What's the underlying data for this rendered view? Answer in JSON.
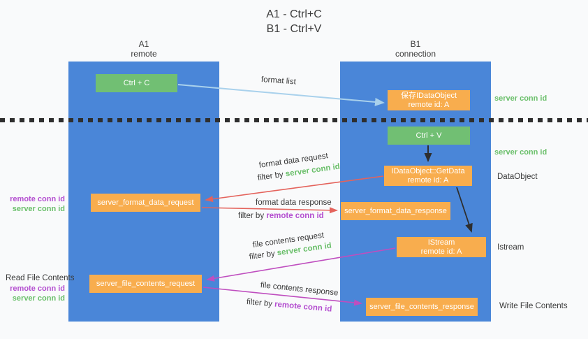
{
  "title": {
    "line1": "A1 - Ctrl+C",
    "line2": "B1 - Ctrl+V"
  },
  "lanes": {
    "left": {
      "name": "A1",
      "subtitle": "remote"
    },
    "right": {
      "name": "B1",
      "subtitle": "connection"
    }
  },
  "nodes": {
    "ctrl_c": {
      "label": "Ctrl + C"
    },
    "save_idataobject": {
      "line1": "保存IDataObject",
      "line2": "remote id: A"
    },
    "ctrl_v": {
      "label": "Ctrl + V"
    },
    "getdata": {
      "line1": "IDataObject::GetData",
      "line2": "remote id: A"
    },
    "server_format_data_request": {
      "label": "server_format_data_request"
    },
    "server_format_data_response": {
      "label": "server_format_data_response"
    },
    "istream": {
      "line1": "IStream",
      "line2": "remote id: A"
    },
    "server_file_contents_request": {
      "label": "server_file_contents_request"
    },
    "server_file_contents_response": {
      "label": "server_file_contents_response"
    }
  },
  "edge_labels": {
    "format_list": "format list",
    "format_data_request": "format data request",
    "format_data_response": "format data response",
    "file_contents_request": "file contents request",
    "file_contents_response": "file contents response",
    "filter_by": "filter by ",
    "server_conn_id": "server conn id",
    "remote_conn_id": "remote conn id"
  },
  "annotations": {
    "left_top": {
      "remote": "remote conn id",
      "server": "server conn id"
    },
    "read_file": "Read File Contents",
    "left_bottom": {
      "remote": "remote conn id",
      "server": "server conn id"
    },
    "right_top_server": "server conn id",
    "right_mid_server": "server conn id",
    "dataobject": "DataObject",
    "istream": "Istream",
    "write_file": "Write File Contents"
  },
  "colors": {
    "lane_blue": "#4a86d8",
    "green_box": "#71bf73",
    "orange_box": "#f8ad4e",
    "arrow_blue": "#a9d1ec",
    "arrow_red": "#e4635c",
    "arrow_magenta": "#bf4ebf",
    "arrow_black": "#2e2e2e",
    "text_green": "#6abf6a",
    "text_purple": "#b44fd0"
  }
}
